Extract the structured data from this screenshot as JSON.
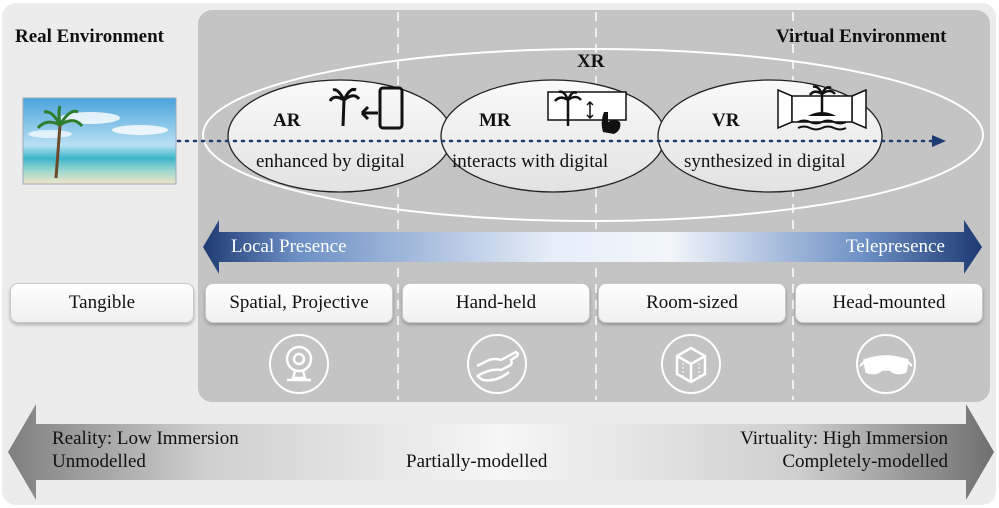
{
  "environments": {
    "real": "Real Environment",
    "virtual": "Virtual Environment"
  },
  "xr_label": "XR",
  "realities": [
    {
      "abbr": "AR",
      "desc": "enhanced by digital",
      "icon": "palm-tree-phone-icon"
    },
    {
      "abbr": "MR",
      "desc": "interacts with digital",
      "icon": "palm-tree-touch-icon"
    },
    {
      "abbr": "VR",
      "desc": "synthesized in digital",
      "icon": "island-immersive-icon"
    }
  ],
  "presence": {
    "left": "Local Presence",
    "right": "Telepresence"
  },
  "devices": [
    {
      "label": "Tangible",
      "icon": ""
    },
    {
      "label": "Spatial, Projective",
      "icon": "webcam-icon"
    },
    {
      "label": "Hand-held",
      "icon": "hand-icon"
    },
    {
      "label": "Room-sized",
      "icon": "cube-icon"
    },
    {
      "label": "Head-mounted",
      "icon": "vr-headset-icon"
    }
  ],
  "immersion": {
    "left_line1": "Reality: Low Immersion",
    "left_line2": "Unmodelled",
    "middle": "Partially-modelled",
    "right_line1": "Virtuality: High Immersion",
    "right_line2": "Completely-modelled"
  },
  "colors": {
    "panel": "#c4c4c4",
    "background_panel": "#ececec",
    "presence_arrow_dark": "#1f3a73",
    "dotted_arrow": "#1f3a73"
  }
}
